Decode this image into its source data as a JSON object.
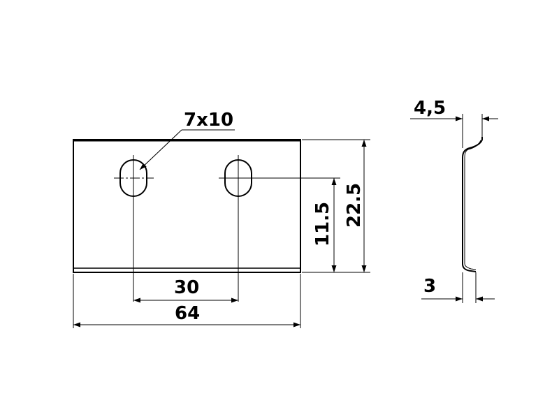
{
  "labels": {
    "slot_size": "7x10",
    "hole_spacing": "30",
    "overall_width": "64",
    "hole_height": "11.5",
    "overall_height": "22.5",
    "side_top": "4,5",
    "side_bottom": "3"
  },
  "colors": {
    "ink": "#000000",
    "background": "#ffffff"
  }
}
